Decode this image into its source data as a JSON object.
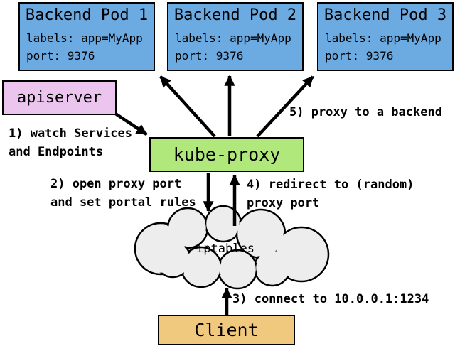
{
  "colors": {
    "pod_fill": "#6caae2",
    "apiserver_fill": "#ecc5ee",
    "kubeproxy_fill": "#b0e87c",
    "client_fill": "#f0c97e",
    "cloud_fill": "#ededed",
    "stroke": "#000000",
    "bg": "#ffffff"
  },
  "pods": [
    {
      "title": "Backend Pod 1",
      "labels": "labels: app=MyApp",
      "port": "port: 9376"
    },
    {
      "title": "Backend Pod 2",
      "labels": "labels: app=MyApp",
      "port": "port: 9376"
    },
    {
      "title": "Backend Pod 3",
      "labels": "labels: app=MyApp",
      "port": "port: 9376"
    }
  ],
  "apiserver": {
    "label": "apiserver"
  },
  "kube_proxy": {
    "label": "kube-proxy"
  },
  "cloud": {
    "label": "iptables"
  },
  "client": {
    "label": "Client"
  },
  "annotations": {
    "step1": "1) watch Services\nand Endpoints",
    "step2": "2) open proxy port\nand set portal rules",
    "step3": "3) connect to 10.0.0.1:1234",
    "step4": "4) redirect to (random)\nproxy port",
    "step5": "5) proxy to a backend"
  }
}
